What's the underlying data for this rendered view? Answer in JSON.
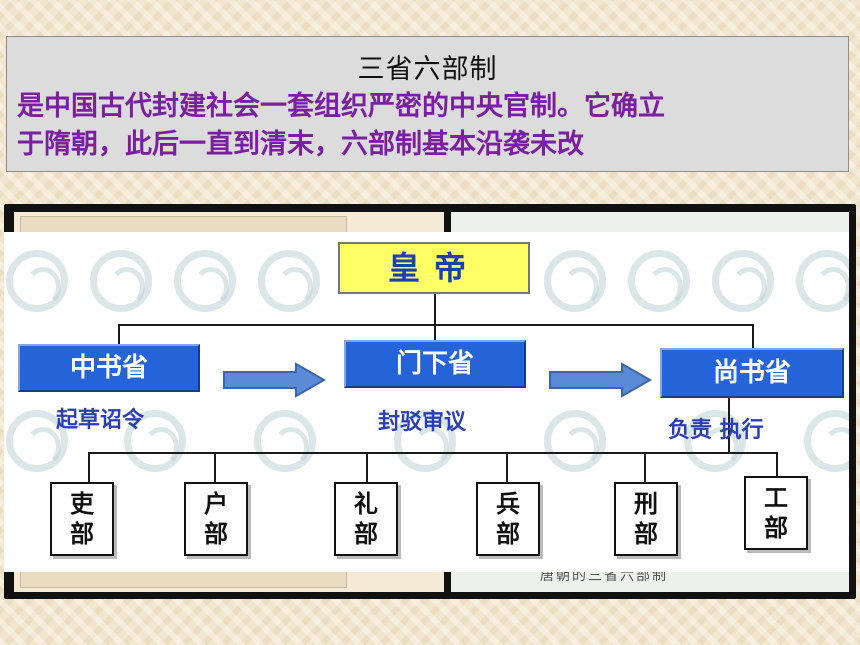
{
  "header": {
    "title": "三省六部制",
    "description_line1": "是中国古代封建社会一套组织严密的中央官制。它确立",
    "description_line2": "于隋朝，此后一直到清末，六部制基本沿袭未改"
  },
  "diagram": {
    "emperor": "皇帝",
    "departments": [
      {
        "name": "中书省",
        "role": "起草诏令"
      },
      {
        "name": "门下省",
        "role": "封驳审议"
      },
      {
        "name": "尚书省",
        "role": "负责 执行"
      }
    ],
    "ministries": [
      {
        "top": "吏",
        "bottom": "部"
      },
      {
        "top": "户",
        "bottom": "部"
      },
      {
        "top": "礼",
        "bottom": "部"
      },
      {
        "top": "兵",
        "bottom": "部"
      },
      {
        "top": "刑",
        "bottom": "部"
      },
      {
        "top": "工",
        "bottom": "部"
      }
    ],
    "background_caption": "唐朝的三省六部制"
  },
  "colors": {
    "description_text": "#7a1fa2",
    "emperor_fill": "#ffff66",
    "department_fill": "#2563d9",
    "role_text": "#2a3fb5"
  }
}
